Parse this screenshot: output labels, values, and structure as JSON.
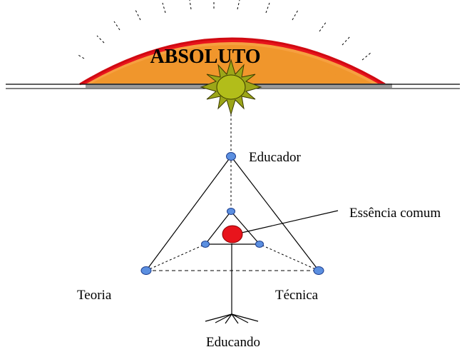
{
  "diagram": {
    "title": "ABSOLUTO",
    "labels": {
      "educador": "Educador",
      "essencia": "Essência comum",
      "teoria": "Teoria",
      "tecnica": "Técnica",
      "educando": "Educando"
    },
    "colors": {
      "arc_outer": "#e8141c",
      "dome_fill": "#f0962c",
      "dome_light": "#f8b85c",
      "sun_rays": "#9ca618",
      "sun_core": "#b2bd1a",
      "node": "#5b8fe0",
      "essence": "#e8141c",
      "ground_shadow": "#9a9a9a",
      "line": "#000000"
    }
  }
}
